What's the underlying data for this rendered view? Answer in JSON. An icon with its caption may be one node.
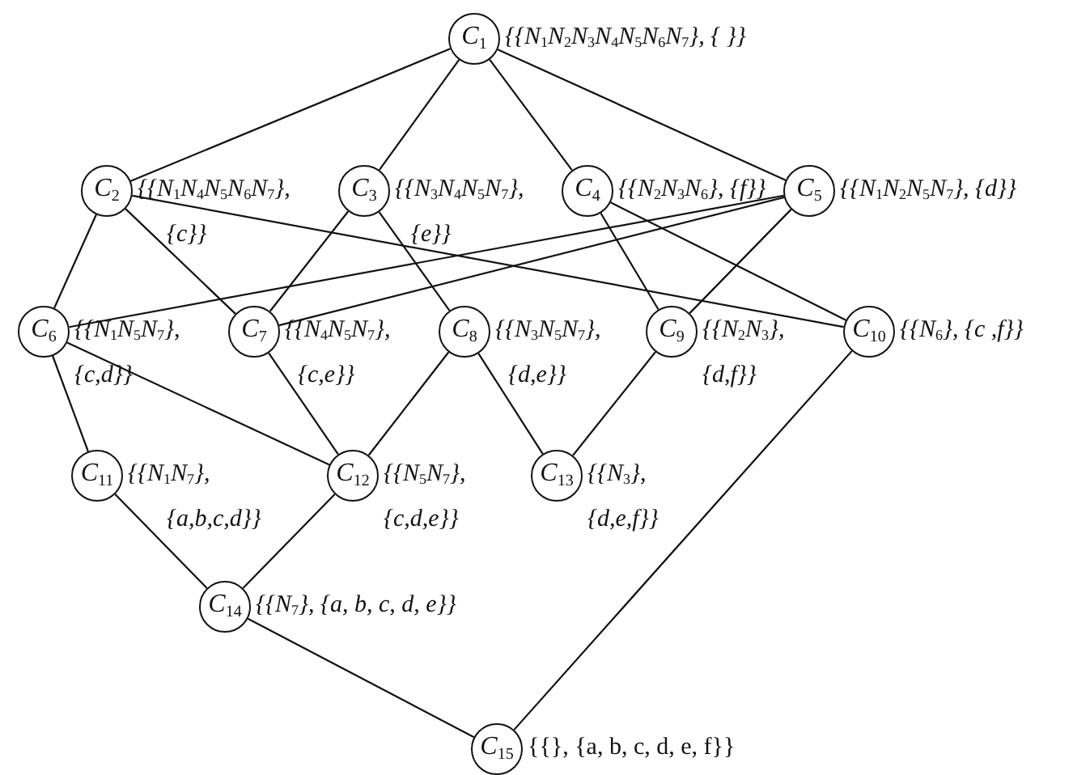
{
  "diagram": {
    "nodes": [
      {
        "text": [
          "C$_{1}$"
        ],
        "beside": [
          "{{N$_{1}$N$_{2}$N$_{3}$N$_{4}$N$_{5}$N$_{6}$N$_{7}$}, {  }}"
        ]
      },
      {
        "text": [
          "C$_{2}$"
        ],
        "beside": [
          "{{N$_{1}$N$_{4}$N$_{5}$N$_{6}$N$_{7}$}, {c}}"
        ]
      },
      {
        "text": [
          "C$_{3}$"
        ],
        "beside": [
          "{{N$_{3}$N$_{4}$N$_{5}$N$_{7}$}, {e}}"
        ]
      },
      {
        "text": [
          "C$_{4}$"
        ],
        "beside": [
          "{{N$_{2}$N$_{3}$N$_{6}$}, {f}}"
        ]
      },
      {
        "text": [
          "C$_{5}$"
        ],
        "beside": [
          "{{N$_{1}$N$_{2}$N$_{5}$N$_{7}$}, {d}}"
        ]
      },
      {
        "text": [
          "C$_{6}$"
        ],
        "beside": [
          "{{N$_{1}$N$_{5}$N$_{7}$}, {c,d}}"
        ]
      },
      {
        "text": [
          "C$_{7}$"
        ],
        "beside": [
          "{{N$_{4}$N$_{5}$N$_{7}$}, {c,e}}"
        ]
      },
      {
        "text": [
          "C$_{8}$"
        ],
        "beside": [
          "{{N$_{3}$N$_{5}$N$_{7}$}, {d,e}}"
        ]
      },
      {
        "text": [
          "C$_{9}$"
        ],
        "beside": [
          "{{N$_{2}$N$_{3}$}, {d,f}}"
        ]
      },
      {
        "text": [
          "C$_{10}$"
        ],
        "beside": [
          "{{N$_{6}$}, {c ,f}}"
        ]
      },
      {
        "text": [
          "C$_{11}$"
        ],
        "beside": [
          "{{N$_{1}$N$_{7}$}, {a,b,c,d}}"
        ]
      },
      {
        "text": [
          "C$_{12}$"
        ],
        "beside": [
          "{{N$_{5}$N$_{7}$}, {c,d,e}}"
        ]
      },
      {
        "text": [
          "C$_{13}$"
        ],
        "beside": [
          "{{N$_{3}$}, {d,e,f}}"
        ]
      },
      {
        "text": [
          "C$_{14}$"
        ],
        "beside": [
          "{{N$_{7}$}, {a, b, c, d, e}}"
        ]
      },
      {
        "text": [
          "C$_{15}$"
        ],
        "beside": [
          "{{}, {a, b, c, d, e, f}}"
        ]
      }
    ],
    "edges": [
      {
        "from": 0,
        "to": 1,
        "arrow": "none"
      },
      {
        "from": 0,
        "to": 2,
        "arrow": "none"
      },
      {
        "from": 0,
        "to": 3,
        "arrow": "none"
      },
      {
        "from": 0,
        "to": 4,
        "arrow": "none"
      },
      {
        "from": 1,
        "to": 5,
        "arrow": "none"
      },
      {
        "from": 1,
        "to": 6,
        "arrow": "none"
      },
      {
        "from": 1,
        "to": 9,
        "arrow": "none"
      },
      {
        "from": 2,
        "to": 6,
        "arrow": "none"
      },
      {
        "from": 2,
        "to": 7,
        "arrow": "none"
      },
      {
        "from": 3,
        "to": 8,
        "arrow": "none"
      },
      {
        "from": 3,
        "to": 9,
        "arrow": "none"
      },
      {
        "from": 4,
        "to": 5,
        "arrow": "none"
      },
      {
        "from": 4,
        "to": 6,
        "arrow": "none"
      },
      {
        "from": 4,
        "to": 8,
        "arrow": "none"
      },
      {
        "from": 5,
        "to": 10,
        "arrow": "none"
      },
      {
        "from": 5,
        "to": 11,
        "arrow": "none"
      },
      {
        "from": 6,
        "to": 11,
        "arrow": "none"
      },
      {
        "from": 7,
        "to": 11,
        "arrow": "none"
      },
      {
        "from": 7,
        "to": 12,
        "arrow": "none"
      },
      {
        "from": 8,
        "to": 12,
        "arrow": "none"
      },
      {
        "from": 9,
        "to": 14,
        "arrow": "none"
      },
      {
        "from": 10,
        "to": 13,
        "arrow": "none"
      },
      {
        "from": 11,
        "to": 13,
        "arrow": "none"
      },
      {
        "from": 13,
        "to": 14,
        "arrow": "none"
      }
    ]
  }
}
